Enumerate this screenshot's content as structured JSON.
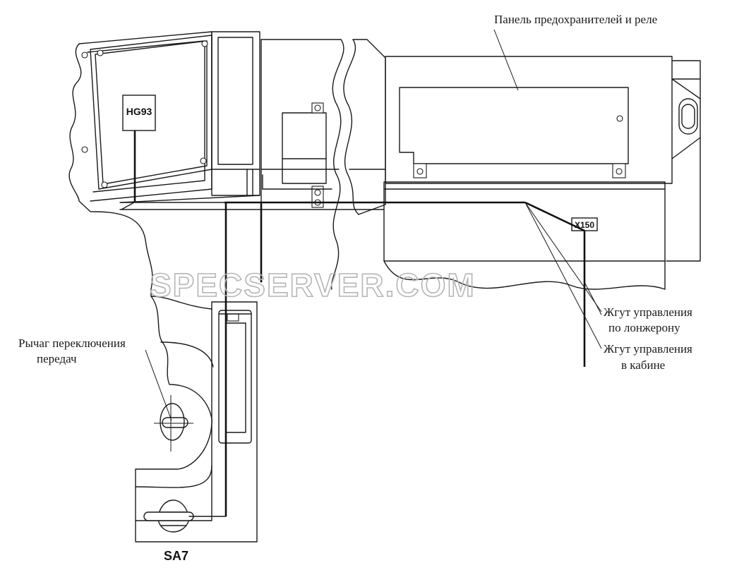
{
  "labels": {
    "fuse_panel": "Панель предохранителей и реле",
    "hg93": "HG93",
    "x150": "X150",
    "harness_frame_line1": "Жгут управления",
    "harness_frame_line2": "по лонжерону",
    "harness_cab_line1": "Жгут управления",
    "harness_cab_line2": "в кабине",
    "gear_lever_line1": "Рычаг переключения",
    "gear_lever_line2": "передач",
    "sa7": "SA7"
  },
  "watermark": "SPECSERVER.COM",
  "colors": {
    "line": "#1a1a1a",
    "watermark": "#b5b5b5",
    "background": "#ffffff"
  }
}
